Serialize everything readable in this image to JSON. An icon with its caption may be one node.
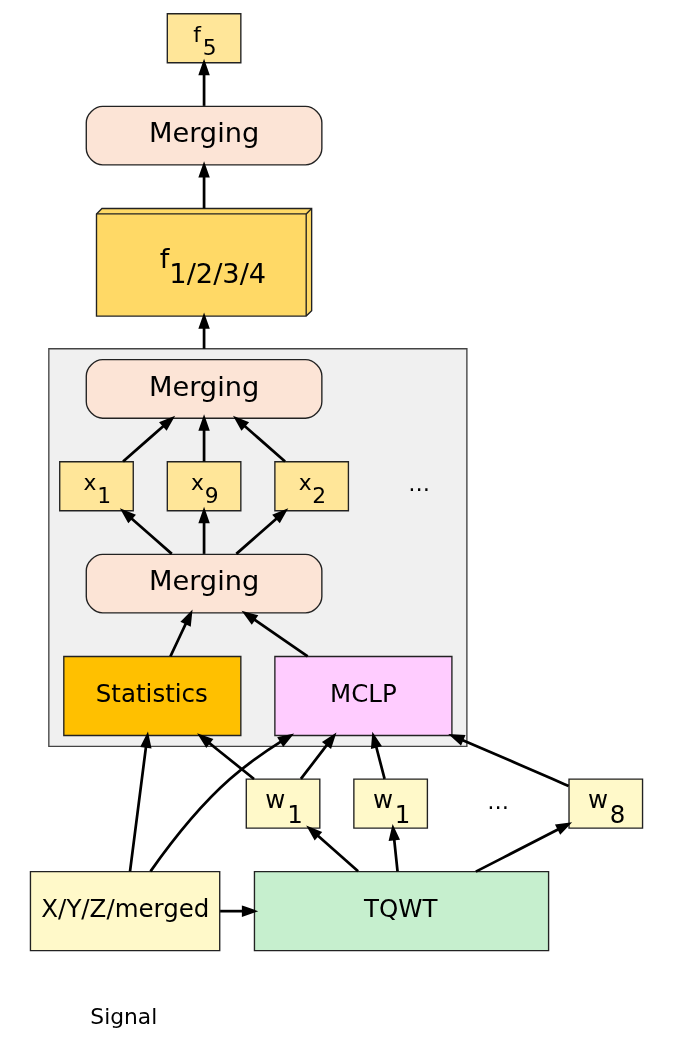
{
  "diagram": {
    "nodes": [
      {
        "text": [
          "f$_{5}$"
        ]
      },
      {
        "text": [
          "Merging"
        ]
      },
      {
        "text": [
          "f$_{1/2/3/4}$"
        ]
      },
      {
        "text": [],
        "shape": "box"
      },
      {
        "text": [
          "Merging"
        ],
        "in": 3
      },
      {
        "text": [
          "x$_{1}$"
        ],
        "in": 3
      },
      {
        "text": [
          "x$_{2}$"
        ],
        "in": 3
      },
      {
        "text": [
          "x$_{9}$"
        ],
        "in": 3
      },
      {
        "text": [
          "Merging"
        ],
        "in": 3
      },
      {
        "text": [
          "MCLP"
        ],
        "in": 3
      },
      {
        "text": [
          "Statistics"
        ],
        "in": 3
      },
      {
        "text": [
          "w$_{1}$"
        ]
      },
      {
        "text": [
          "w$_{1}$"
        ]
      },
      {
        "text": [
          "w$_{8}$"
        ]
      },
      {
        "text": [
          "X/Y/Z/merged"
        ],
        "beside": [
          "Signal"
        ]
      },
      {
        "text": [
          "TQWT"
        ]
      }
    ],
    "edges": [
      {
        "from": 1,
        "to": 0,
        "arrow": "to"
      },
      {
        "from": 2,
        "to": 1,
        "arrow": "to"
      },
      {
        "from": 3,
        "to": 2,
        "arrow": "to"
      },
      {
        "from": 5,
        "to": 4,
        "arrow": "to"
      },
      {
        "from": 6,
        "to": 4,
        "arrow": "to"
      },
      {
        "from": 7,
        "to": 4,
        "arrow": "to"
      },
      {
        "from": 8,
        "to": 5,
        "arrow": "to"
      },
      {
        "from": 8,
        "to": 6,
        "arrow": "to"
      },
      {
        "from": 8,
        "to": 7,
        "arrow": "to"
      },
      {
        "from": 9,
        "to": 8,
        "arrow": "to"
      },
      {
        "from": 10,
        "to": 8,
        "arrow": "to"
      },
      {
        "from": 14,
        "to": 9,
        "arrow": "to"
      },
      {
        "from": 14,
        "to": 10,
        "arrow": "to"
      },
      {
        "from": 11,
        "to": 9,
        "arrow": "to"
      },
      {
        "from": 11,
        "to": 10,
        "arrow": "to"
      },
      {
        "from": 12,
        "to": 9,
        "arrow": "to"
      },
      {
        "from": 13,
        "to": 9,
        "arrow": "to"
      },
      {
        "from": 14,
        "to": 15,
        "arrow": "to"
      },
      {
        "from": 15,
        "to": 11,
        "arrow": "to"
      },
      {
        "from": 15,
        "to": 12,
        "arrow": "to"
      },
      {
        "from": 15,
        "to": 13,
        "arrow": "to"
      }
    ],
    "labels": [
      "…",
      "…"
    ]
  }
}
